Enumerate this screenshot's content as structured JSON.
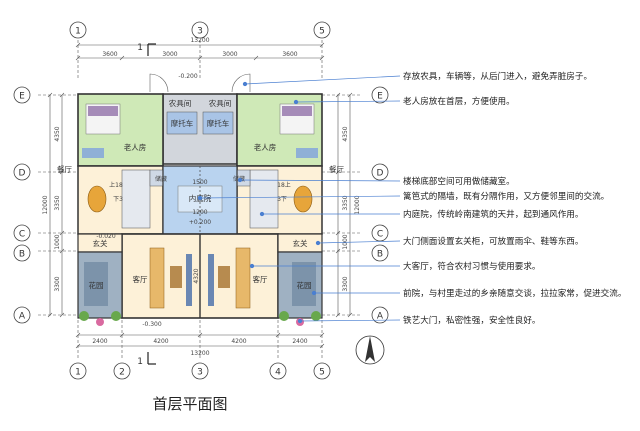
{
  "caption": "首层平面图",
  "section_mark": "1",
  "axes": {
    "top": [
      "1",
      "3",
      "5"
    ],
    "bottom": [
      "1",
      "2",
      "3",
      "4",
      "5"
    ],
    "rows": [
      "E",
      "D",
      "C",
      "B",
      "A"
    ]
  },
  "dims": {
    "overall": "13200",
    "top": [
      "3600",
      "3000",
      "3000",
      "3600"
    ],
    "bottom": [
      "2400",
      "4200",
      "4200",
      "2400"
    ],
    "left": [
      "4350",
      "3350",
      "1000",
      "3300"
    ],
    "left_total": "12000",
    "right": [
      "4350",
      "3350",
      "1000",
      "3300"
    ],
    "right_total": "12000"
  },
  "levels": {
    "back": "-0.200",
    "foyer": "-0.020",
    "front": "-0.300",
    "courtyard": "+0.200"
  },
  "rooms": {
    "storage_l": "农具间",
    "storage_r": "农具间",
    "moto_l": "摩托车",
    "moto_r": "摩托车",
    "elder_l": "老人房",
    "elder_r": "老人房",
    "dining_l": "餐厅",
    "dining_r": "餐厅",
    "storage_stair_l": "储藏",
    "storage_stair_r": "储藏",
    "up_l": "上18",
    "down_l": "下3",
    "up_r": "18上",
    "down_r": "3下",
    "courtyard": "内庭院",
    "courtyard_dim1": "1500",
    "courtyard_dim2": "1200",
    "foyer_l": "玄关",
    "foyer_r": "玄关",
    "living_l": "客厅",
    "living_r": "客厅",
    "garden_l": "花园",
    "garden_r": "花园",
    "living_dim": "4320"
  },
  "annotations": [
    "存放农具，车辆等，从后门进入，避免弄脏房子。",
    "老人房放在首层，方便使用。",
    "楼梯底部空间可用做储藏室。",
    "篱笆式的隔墙，既有分隔作用，又方便邻里间的交流。",
    "内庭院，传统岭南建筑的天井，起到通风作用。",
    "大门侧面设置玄关柜，可放置雨伞、鞋等东西。",
    "大客厅，符合农村习惯与使用要求。",
    "前院，与村里走过的乡亲随意交谈，拉拉家常，促进交流。",
    "铁艺大门，私密性强，安全性良好。"
  ]
}
